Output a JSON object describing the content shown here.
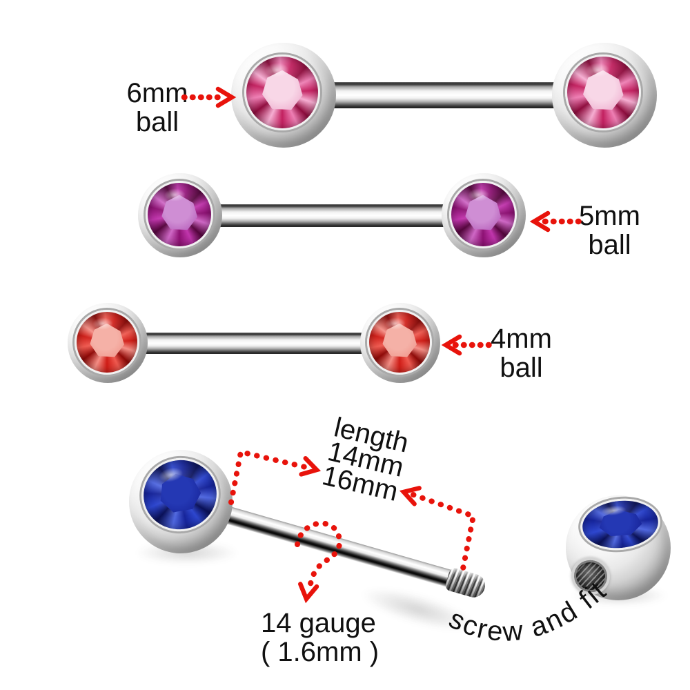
{
  "colors": {
    "background": "#ffffff",
    "text": "#101010",
    "accent_red": "#e8130b",
    "steel": "#c9c9c9"
  },
  "gem_palettes": {
    "pink": {
      "dark": "#8f0d3e",
      "deep": "#c2205f",
      "mid": "#ee7fb4",
      "light": "#f6aed2",
      "table": "#f8d7e7",
      "tedge": "#eba0c6"
    },
    "purple": {
      "dark": "#56063e",
      "deep": "#8d1173",
      "mid": "#c136ad",
      "light": "#cf68c6",
      "table": "#cf8ed4",
      "tedge": "#ad4cb0"
    },
    "red": {
      "dark": "#8f0a08",
      "deep": "#cf1d17",
      "mid": "#ef5a50",
      "light": "#f58f86",
      "table": "#f5b1a7",
      "tedge": "#ee8d82"
    },
    "blue": {
      "dark": "#0a1158",
      "deep": "#16249a",
      "mid": "#2e47cf",
      "light": "#5068e0",
      "table": "#2438b4",
      "tedge": "#141f93"
    }
  },
  "labels": {
    "ball6": {
      "size": "6mm",
      "word": "ball"
    },
    "ball5": {
      "size": "5mm",
      "word": "ball"
    },
    "ball4": {
      "size": "4mm",
      "word": "ball"
    },
    "length": {
      "title": "length",
      "value1": "14mm",
      "value2": "16mm"
    },
    "gauge": {
      "line1": "14 gauge",
      "line2": "( 1.6mm )"
    },
    "screw": {
      "text": "screw and fit"
    }
  },
  "products": [
    {
      "id": "barbell-top",
      "ball_size": "6mm",
      "gem": "pink",
      "gem_hex": "#e977ad"
    },
    {
      "id": "barbell-middle",
      "ball_size": "5mm",
      "gem": "purple",
      "gem_hex": "#b136a3"
    },
    {
      "id": "barbell-third",
      "ball_size": "4mm",
      "gem": "red",
      "gem_hex": "#e03a31"
    },
    {
      "id": "barbell-angled",
      "gauge": "14 gauge ( 1.6mm )",
      "lengths": [
        "14mm",
        "16mm"
      ],
      "gem": "blue",
      "gem_hex": "#1d2fae"
    },
    {
      "id": "threaded-ball",
      "gem": "blue",
      "feature": "screw and fit"
    }
  ]
}
